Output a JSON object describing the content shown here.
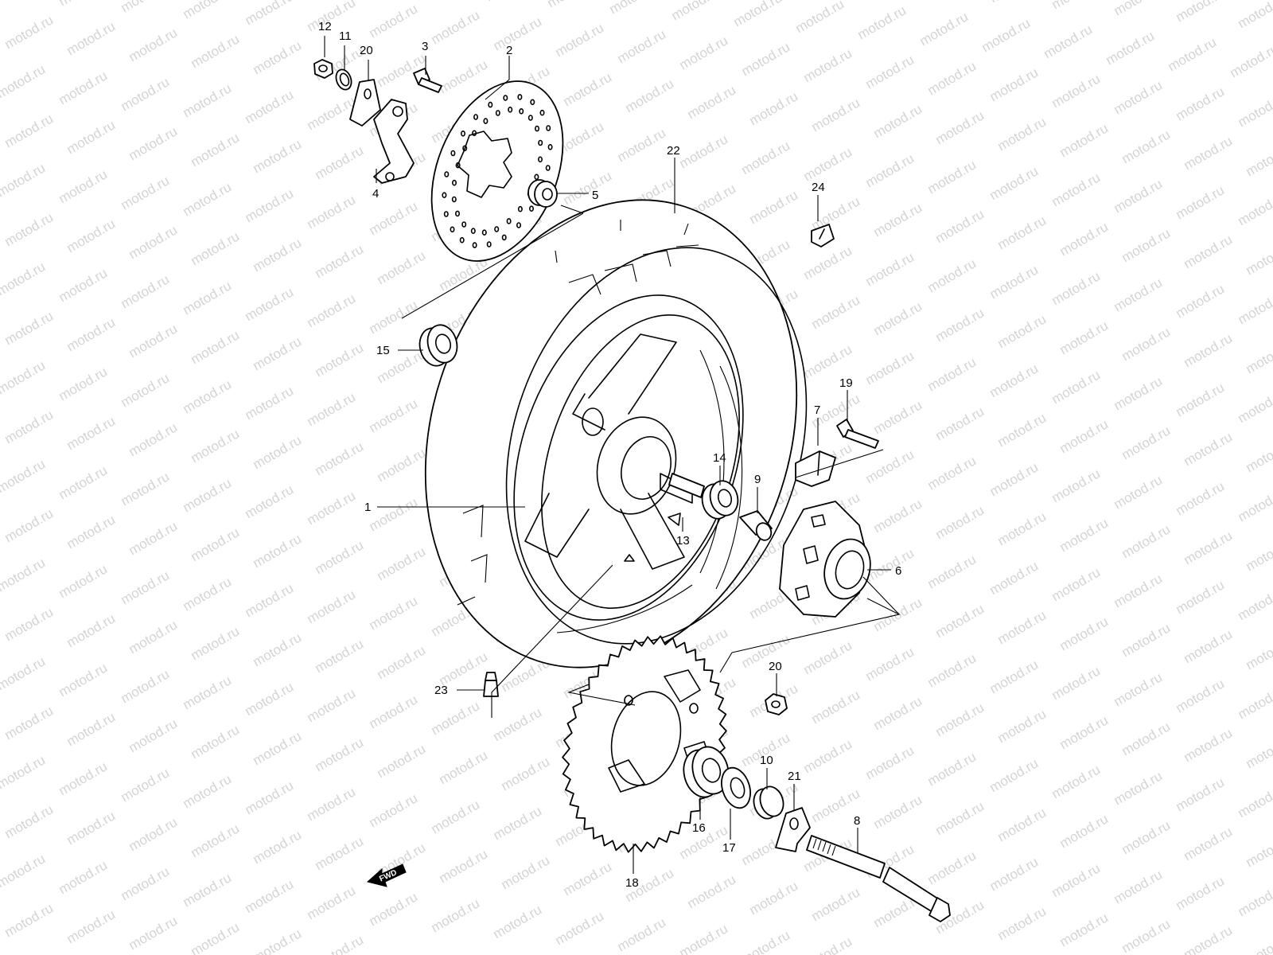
{
  "watermark": "motod.ru",
  "fwd_label": "FWD",
  "callouts": [
    {
      "id": "c12a",
      "text": "12"
    },
    {
      "id": "c11",
      "text": "11"
    },
    {
      "id": "c20a",
      "text": "20"
    },
    {
      "id": "c3",
      "text": "3"
    },
    {
      "id": "c2",
      "text": "2"
    },
    {
      "id": "c4",
      "text": "4"
    },
    {
      "id": "c5",
      "text": "5"
    },
    {
      "id": "c22",
      "text": "22"
    },
    {
      "id": "c24",
      "text": "24"
    },
    {
      "id": "c15",
      "text": "15"
    },
    {
      "id": "c19",
      "text": "19"
    },
    {
      "id": "c7",
      "text": "7"
    },
    {
      "id": "c14",
      "text": "14"
    },
    {
      "id": "c9",
      "text": "9"
    },
    {
      "id": "c1",
      "text": "1"
    },
    {
      "id": "c13",
      "text": "13"
    },
    {
      "id": "c6",
      "text": "6"
    },
    {
      "id": "c23",
      "text": "23"
    },
    {
      "id": "c20b",
      "text": "20"
    },
    {
      "id": "c10",
      "text": "10"
    },
    {
      "id": "c21",
      "text": "21"
    },
    {
      "id": "c8",
      "text": "8"
    },
    {
      "id": "c16",
      "text": "16"
    },
    {
      "id": "c17",
      "text": "17"
    },
    {
      "id": "c18",
      "text": "18"
    }
  ],
  "colors": {
    "line": "#000000",
    "watermark": "#d4d4d4",
    "background": "#ffffff"
  }
}
